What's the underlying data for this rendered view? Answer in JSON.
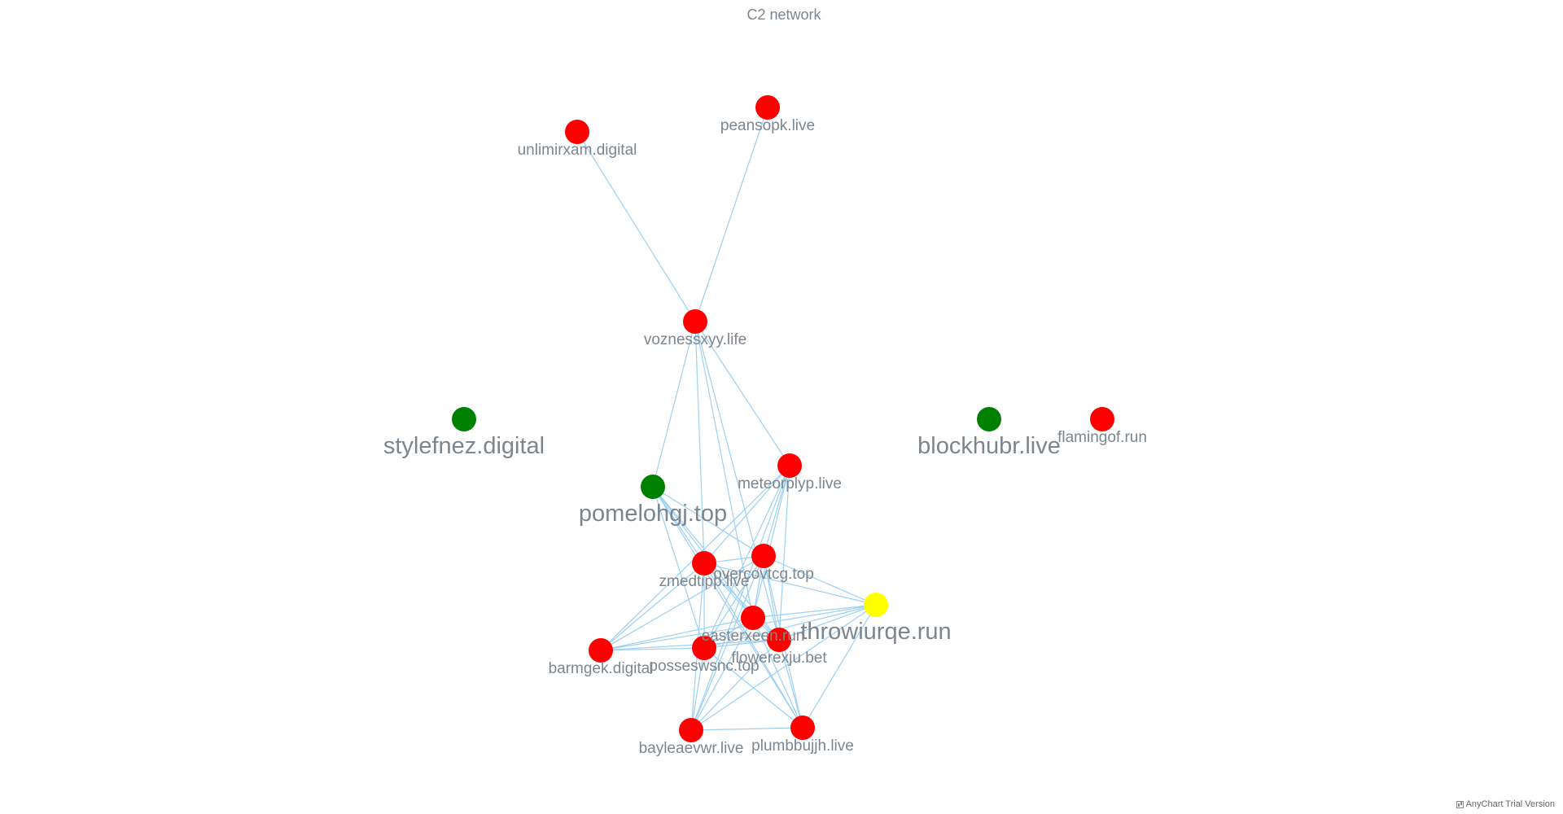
{
  "title": "C2 network",
  "watermark": "AnyChart Trial Version",
  "colors": {
    "red": "#ff0000",
    "green": "#008000",
    "yellow": "#ffff00",
    "edge": "#9dd0f3",
    "label": "#7c868e"
  },
  "nodes": [
    {
      "id": "unlimirxam.digital",
      "color": "red",
      "size": "normal"
    },
    {
      "id": "peansopk.live",
      "color": "red",
      "size": "normal"
    },
    {
      "id": "voznessxyy.life",
      "color": "red",
      "size": "normal"
    },
    {
      "id": "stylefnez.digital",
      "color": "green",
      "size": "large"
    },
    {
      "id": "blockhubr.live",
      "color": "green",
      "size": "large"
    },
    {
      "id": "flamingof.run",
      "color": "red",
      "size": "normal"
    },
    {
      "id": "meteorplyp.live",
      "color": "red",
      "size": "normal"
    },
    {
      "id": "pomelohgj.top",
      "color": "green",
      "size": "large"
    },
    {
      "id": "zmedtipp.live",
      "color": "red",
      "size": "normal"
    },
    {
      "id": "overcovtcg.top",
      "color": "red",
      "size": "normal"
    },
    {
      "id": "throwiurqe.run",
      "color": "yellow",
      "size": "large"
    },
    {
      "id": "easterxeen.run",
      "color": "red",
      "size": "normal"
    },
    {
      "id": "flowerexju.bet",
      "color": "red",
      "size": "normal"
    },
    {
      "id": "barmgek.digital",
      "color": "red",
      "size": "normal"
    },
    {
      "id": "posseswsnc.top",
      "color": "red",
      "size": "normal"
    },
    {
      "id": "bayleaevwr.live",
      "color": "red",
      "size": "normal"
    },
    {
      "id": "plumbbujjh.live",
      "color": "red",
      "size": "normal"
    }
  ],
  "edges": [
    [
      "unlimirxam.digital",
      "voznessxyy.life"
    ],
    [
      "peansopk.live",
      "voznessxyy.life"
    ],
    [
      "voznessxyy.life",
      "pomelohgj.top"
    ],
    [
      "voznessxyy.life",
      "meteorplyp.live"
    ],
    [
      "voznessxyy.life",
      "zmedtipp.live"
    ],
    [
      "voznessxyy.life",
      "easterxeen.run"
    ],
    [
      "voznessxyy.life",
      "flowerexju.bet"
    ],
    [
      "meteorplyp.live",
      "zmedtipp.live"
    ],
    [
      "meteorplyp.live",
      "overcovtcg.top"
    ],
    [
      "meteorplyp.live",
      "easterxeen.run"
    ],
    [
      "meteorplyp.live",
      "flowerexju.bet"
    ],
    [
      "meteorplyp.live",
      "posseswsnc.top"
    ],
    [
      "meteorplyp.live",
      "barmgek.digital"
    ],
    [
      "meteorplyp.live",
      "bayleaevwr.live"
    ],
    [
      "pomelohgj.top",
      "zmedtipp.live"
    ],
    [
      "pomelohgj.top",
      "overcovtcg.top"
    ],
    [
      "pomelohgj.top",
      "easterxeen.run"
    ],
    [
      "pomelohgj.top",
      "flowerexju.bet"
    ],
    [
      "pomelohgj.top",
      "posseswsnc.top"
    ],
    [
      "pomelohgj.top",
      "plumbbujjh.live"
    ],
    [
      "zmedtipp.live",
      "overcovtcg.top"
    ],
    [
      "zmedtipp.live",
      "easterxeen.run"
    ],
    [
      "zmedtipp.live",
      "flowerexju.bet"
    ],
    [
      "zmedtipp.live",
      "barmgek.digital"
    ],
    [
      "zmedtipp.live",
      "posseswsnc.top"
    ],
    [
      "zmedtipp.live",
      "bayleaevwr.live"
    ],
    [
      "zmedtipp.live",
      "plumbbujjh.live"
    ],
    [
      "zmedtipp.live",
      "throwiurqe.run"
    ],
    [
      "overcovtcg.top",
      "easterxeen.run"
    ],
    [
      "overcovtcg.top",
      "flowerexju.bet"
    ],
    [
      "overcovtcg.top",
      "barmgek.digital"
    ],
    [
      "overcovtcg.top",
      "posseswsnc.top"
    ],
    [
      "overcovtcg.top",
      "bayleaevwr.live"
    ],
    [
      "overcovtcg.top",
      "plumbbujjh.live"
    ],
    [
      "overcovtcg.top",
      "throwiurqe.run"
    ],
    [
      "easterxeen.run",
      "flowerexju.bet"
    ],
    [
      "easterxeen.run",
      "barmgek.digital"
    ],
    [
      "easterxeen.run",
      "posseswsnc.top"
    ],
    [
      "easterxeen.run",
      "bayleaevwr.live"
    ],
    [
      "easterxeen.run",
      "plumbbujjh.live"
    ],
    [
      "easterxeen.run",
      "throwiurqe.run"
    ],
    [
      "flowerexju.bet",
      "barmgek.digital"
    ],
    [
      "flowerexju.bet",
      "posseswsnc.top"
    ],
    [
      "flowerexju.bet",
      "bayleaevwr.live"
    ],
    [
      "flowerexju.bet",
      "plumbbujjh.live"
    ],
    [
      "flowerexju.bet",
      "throwiurqe.run"
    ],
    [
      "barmgek.digital",
      "posseswsnc.top"
    ],
    [
      "barmgek.digital",
      "throwiurqe.run"
    ],
    [
      "posseswsnc.top",
      "bayleaevwr.live"
    ],
    [
      "posseswsnc.top",
      "plumbbujjh.live"
    ],
    [
      "posseswsnc.top",
      "throwiurqe.run"
    ],
    [
      "bayleaevwr.live",
      "plumbbujjh.live"
    ],
    [
      "bayleaevwr.live",
      "throwiurqe.run"
    ],
    [
      "plumbbujjh.live",
      "throwiurqe.run"
    ]
  ]
}
